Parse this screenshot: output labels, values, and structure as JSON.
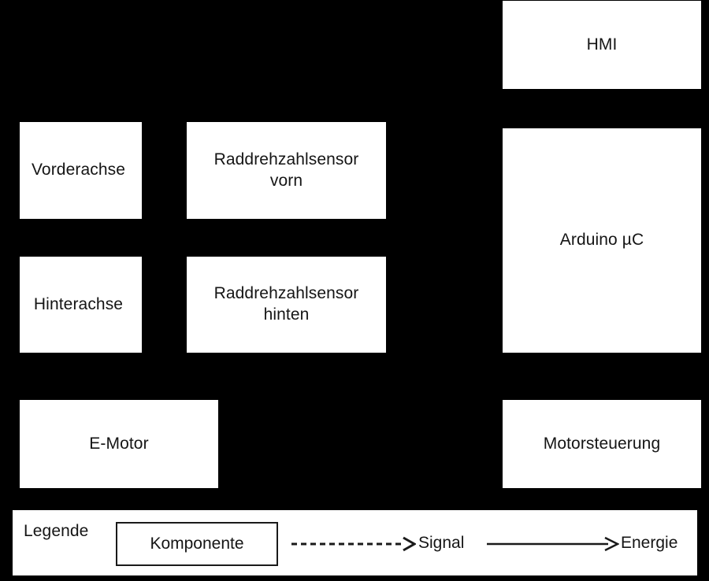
{
  "diagram": {
    "background_color": "#000000",
    "node_fill_color": "#ffffff",
    "text_color": "#151515",
    "nodes": [
      {
        "id": "hmi",
        "label": "HMI"
      },
      {
        "id": "vorderachse",
        "label": "Vorderachse"
      },
      {
        "id": "rds_vorn",
        "label": "Raddrehzahlsensor\nvorn"
      },
      {
        "id": "hinterachse",
        "label": "Hinterachse"
      },
      {
        "id": "rds_hinten",
        "label": "Raddrehzahlsensor\nhinten"
      },
      {
        "id": "arduino",
        "label": "Arduino µC"
      },
      {
        "id": "emotor",
        "label": "E-Motor"
      },
      {
        "id": "motorsteuerung",
        "label": "Motorsteuerung"
      }
    ]
  },
  "legend": {
    "title": "Legende",
    "component_box_label": "Komponente",
    "signal_label": "Signal",
    "energy_label": "Energie",
    "signal_line_style": "dashed",
    "energy_line_style": "solid",
    "line_color": "#1a1a1a"
  }
}
